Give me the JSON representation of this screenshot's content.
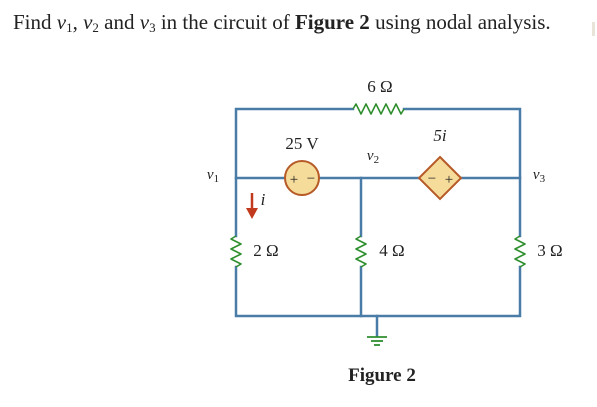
{
  "question": {
    "prefix": "Find ",
    "v1": "v",
    "v1_sub": "1",
    "sep1": ", ",
    "v2": "v",
    "v2_sub": "2",
    "sep2": " and ",
    "v3": "v",
    "v3_sub": "3",
    "middle": " in the circuit of ",
    "figure_ref": "Figure 2",
    "suffix": " using nodal analysis."
  },
  "circuit": {
    "r_top": "6 Ω",
    "source_voltage": "25 V",
    "dependent_source": "5i",
    "node_v1": "v1",
    "node_v2": "v2",
    "node_v3": "v3",
    "current_i": "i",
    "r_left": "2 Ω",
    "r_middle": "4 Ω",
    "r_right": "3 Ω",
    "plus_sign": "+",
    "minus_sign": "−"
  },
  "caption": "Figure 2",
  "colors": {
    "wire": "#4a7ca8",
    "resistor": "#2f8f2f",
    "source_fill": "#f6dc9a",
    "source_stroke": "#b65a28",
    "arrow": "#c23a1e",
    "ground": "#2f8f2f"
  }
}
